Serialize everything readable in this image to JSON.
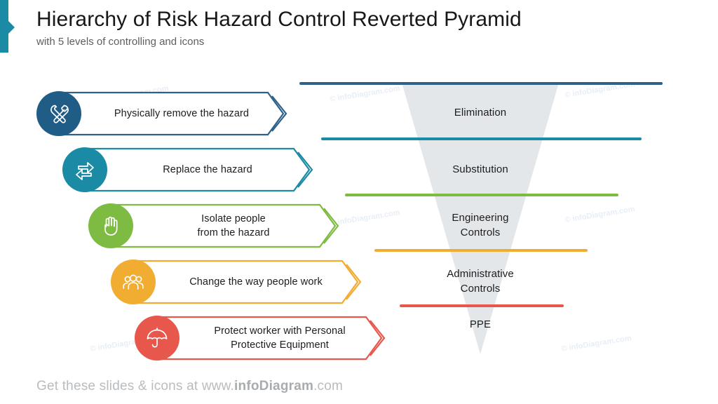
{
  "header": {
    "title": "Hierarchy of Risk Hazard Control Reverted Pyramid",
    "subtitle": "with 5 levels of controlling and icons",
    "accent_color": "#1B8AA5"
  },
  "footer": {
    "prefix": "Get these slides & icons at www.",
    "brand": "infoDiagram",
    "suffix": ".com"
  },
  "watermark": {
    "text": "© infoDiagram.com",
    "color": "#e8eef6"
  },
  "steps": [
    {
      "label_line1": "Physically remove the hazard",
      "label_line2": "",
      "icon": "wrench-screwdriver-icon",
      "color": "#1F5C86"
    },
    {
      "label_line1": "Replace the hazard",
      "label_line2": "",
      "icon": "swap-arrows-icon",
      "color": "#1B8AA5"
    },
    {
      "label_line1": "Isolate people",
      "label_line2": "from the hazard",
      "icon": "hand-stop-icon",
      "color": "#7DBB42"
    },
    {
      "label_line1": "Change the way people work",
      "label_line2": "",
      "icon": "group-people-icon",
      "color": "#F0AD32"
    },
    {
      "label_line1": "Protect worker with Personal",
      "label_line2": "Protective Equipment",
      "icon": "umbrella-icon",
      "color": "#E8574C"
    }
  ],
  "pyramid": {
    "fill_color": "#E4E7EA",
    "levels": [
      {
        "label_line1": "Elimination",
        "label_line2": "",
        "color": "#1F5C86"
      },
      {
        "label_line1": "Substitution",
        "label_line2": "",
        "color": "#1B8AA5"
      },
      {
        "label_line1": "Engineering",
        "label_line2": "Controls",
        "color": "#7DBB42"
      },
      {
        "label_line1": "Administrative",
        "label_line2": "Controls",
        "color": "#F0AD32"
      },
      {
        "label_line1": "PPE",
        "label_line2": "",
        "color": "#E8574C"
      }
    ]
  }
}
